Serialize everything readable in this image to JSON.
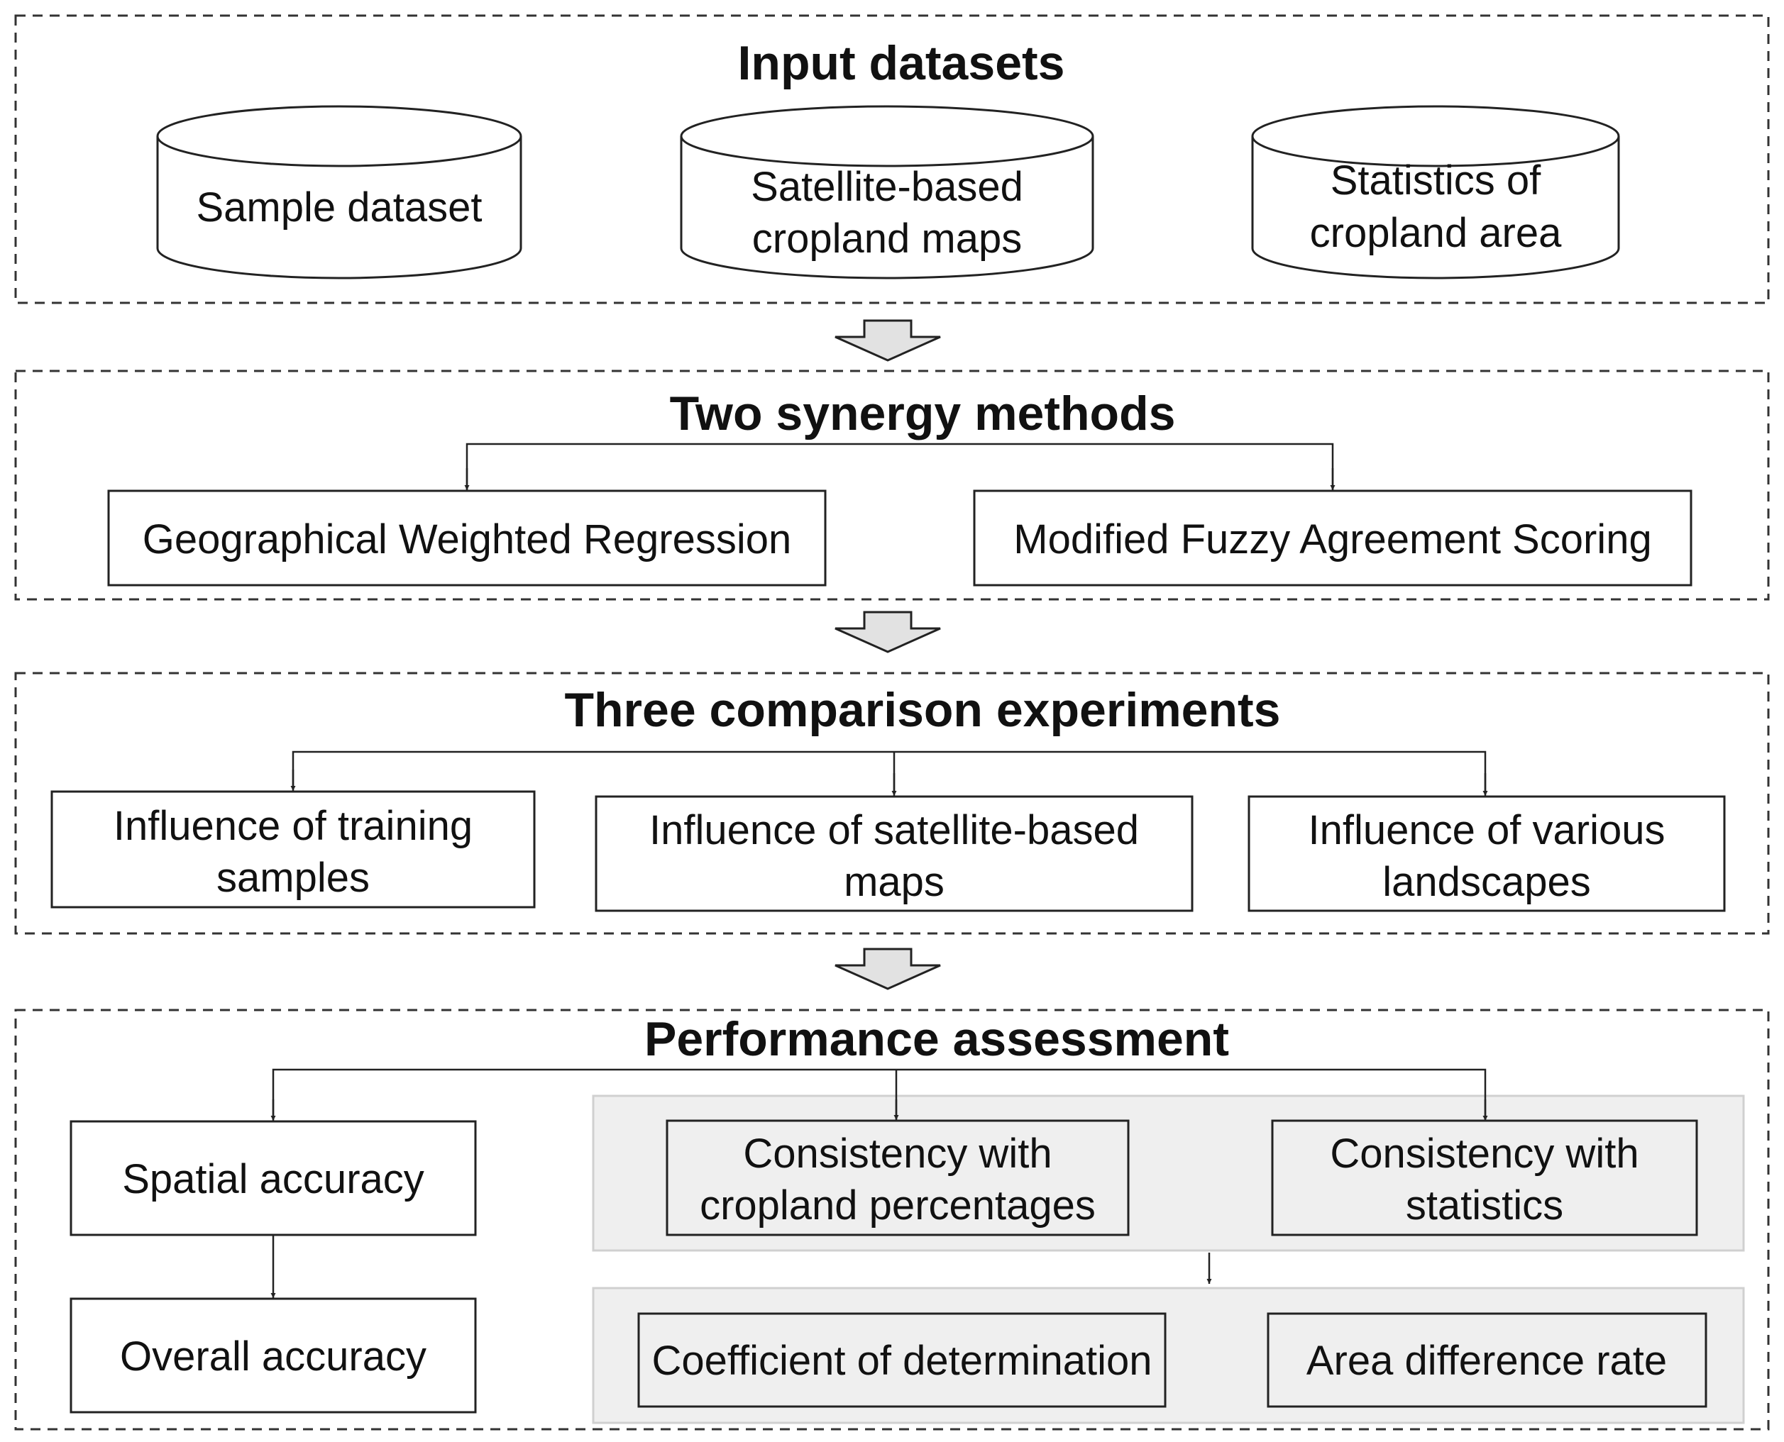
{
  "sections": {
    "input": {
      "title": "Input datasets",
      "items": [
        {
          "lines": [
            "Sample dataset"
          ]
        },
        {
          "lines": [
            "Satellite-based",
            "cropland maps"
          ]
        },
        {
          "lines": [
            "Statistics of",
            "cropland area"
          ]
        }
      ]
    },
    "methods": {
      "title": "Two synergy methods",
      "items": [
        {
          "lines": [
            "Geographical Weighted Regression"
          ]
        },
        {
          "lines": [
            "Modified Fuzzy Agreement Scoring"
          ]
        }
      ]
    },
    "experiments": {
      "title": "Three comparison experiments",
      "items": [
        {
          "lines": [
            "Influence of training",
            "samples"
          ]
        },
        {
          "lines": [
            "Influence of satellite-based",
            "maps"
          ]
        },
        {
          "lines": [
            "Influence of various",
            "landscapes"
          ]
        }
      ]
    },
    "assessment": {
      "title": "Performance assessment",
      "spatial": {
        "lines": [
          "Spatial accuracy"
        ]
      },
      "overall": {
        "lines": [
          "Overall accuracy"
        ]
      },
      "consistency_percentages": {
        "lines": [
          "Consistency with",
          "cropland percentages"
        ]
      },
      "consistency_statistics": {
        "lines": [
          "Consistency with",
          "statistics"
        ]
      },
      "coefficient": {
        "lines": [
          "Coefficient of determination"
        ]
      },
      "area_difference": {
        "lines": [
          "Area difference rate"
        ]
      }
    }
  },
  "colors": {
    "stroke": "#222222",
    "dash": "#333333",
    "panel_fill": "#efefef",
    "panel_stroke": "#d0d0d0",
    "arrow_fill": "#e2e2e2"
  }
}
